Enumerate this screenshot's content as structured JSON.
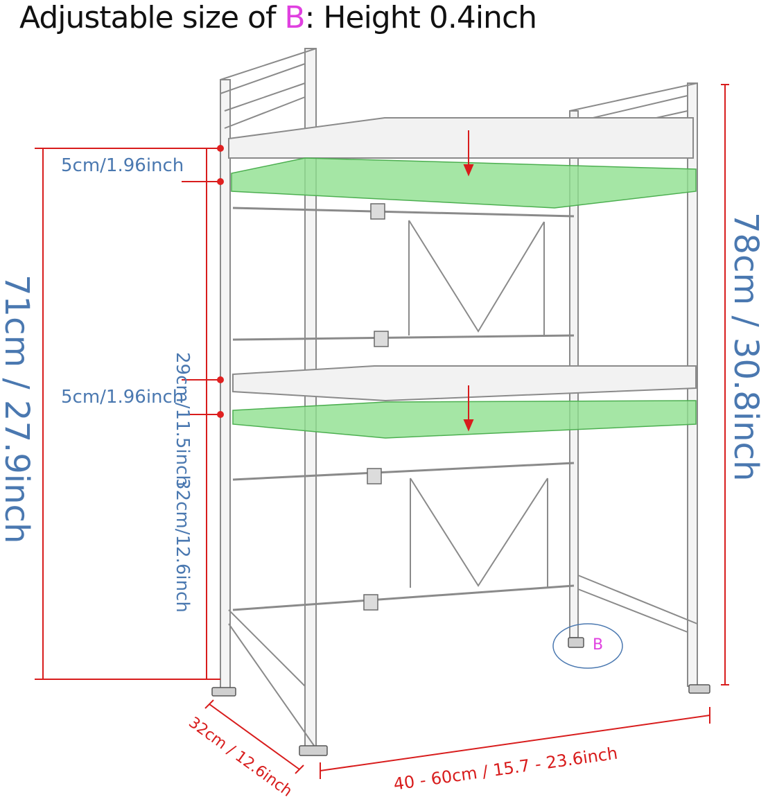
{
  "title": {
    "prefix": "Adjustable size of ",
    "letter": "B",
    "suffix": ":  Height 0.4inch"
  },
  "dimensions": {
    "total_height_left": "71cm /  27.9inch",
    "total_height_right": "78cm / 30.8inch",
    "shelf_gap_top": "5cm/1.96inch",
    "shelf_gap_middle": "5cm/1.96inch",
    "upper_section": "29cm/11.5inch",
    "lower_section": "32cm/12.6inch",
    "depth": "32cm / 12.6inch",
    "width": "40 - 60cm / 15.7 - 23.6inch"
  },
  "callout": {
    "label": "B"
  },
  "colors": {
    "dimension_blue": "#4a78b0",
    "dimension_red": "#d81c1c",
    "shelf_green": "#8fe08f",
    "callout_magenta": "#e040e0",
    "frame_gray": "#8a8a8a"
  }
}
